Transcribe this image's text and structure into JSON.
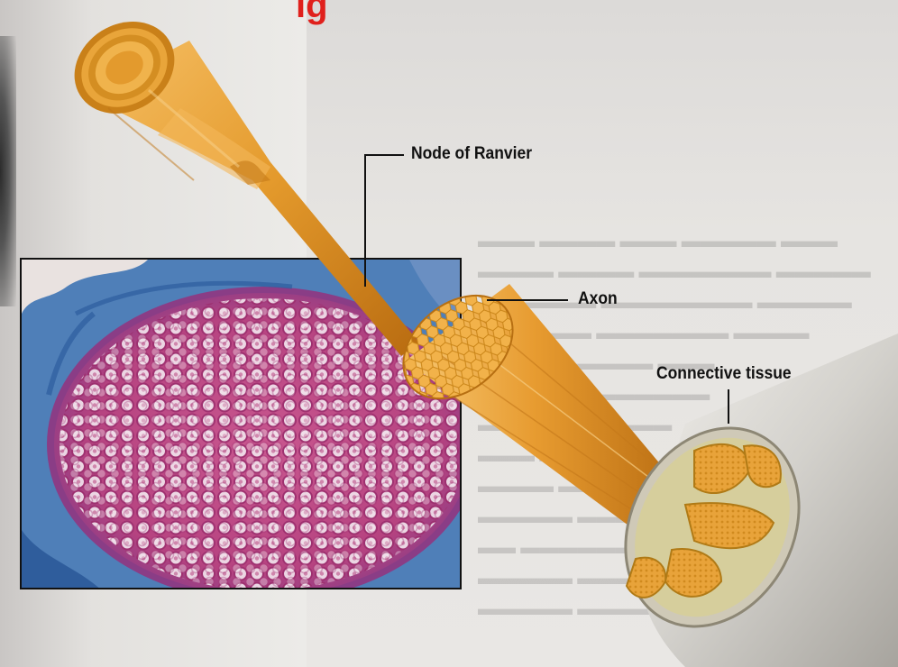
{
  "header": {
    "partial_title": "ig"
  },
  "labels": {
    "node_of_ranvier": "Node of Ranvier",
    "axon": "Axon",
    "connective_tissue": "Connective tissue"
  },
  "colors": {
    "red_header": "#e0201c",
    "axon_orange": "#e49a2c",
    "myelin_orange": "#f0b24a",
    "sheath_gray": "#c9c7c2",
    "stain_blue": "#3a6fb0",
    "stain_pink": "#c24a84",
    "label_text": "#111111"
  },
  "micrograph": {
    "description_icon": "histology-cross-section-icon"
  }
}
